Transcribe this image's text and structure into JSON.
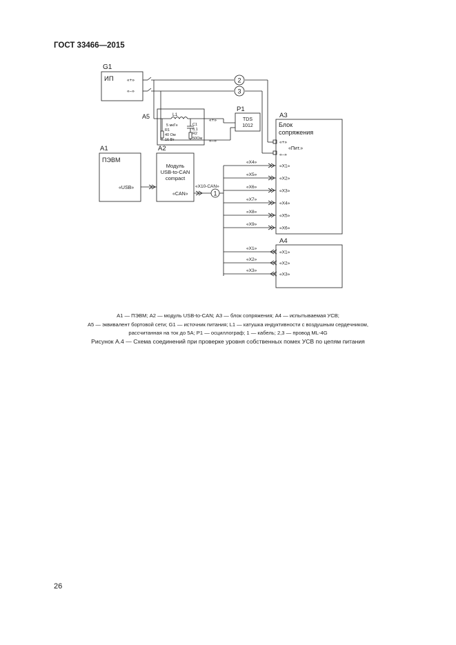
{
  "header": {
    "standard": "ГОСТ 33466—2015"
  },
  "diagram": {
    "g1": {
      "ref": "G1",
      "name": "ИП",
      "plus": "«+»",
      "minus": "«–»"
    },
    "a5": {
      "ref": "A5",
      "l1": "L1",
      "l1_value": "5 мкГн",
      "r1": "R1",
      "r1_value": "40 Ом",
      "r1_power": "16 Вт",
      "c1": "C1",
      "c1_value": "0,1",
      "r2": "R2",
      "r2_value": "50Ом"
    },
    "p1": {
      "ref": "P1",
      "line1": "TDS",
      "line2": "1012",
      "plus": "«+»",
      "minus": "«–»"
    },
    "a3": {
      "ref": "A3",
      "line1": "Блок",
      "line2": "сопряжения",
      "plus": "«+»",
      "pit": "«Пит.»",
      "minus": "«–»",
      "ports": [
        "«X1»",
        "«X2»",
        "«X3»",
        "«X4»",
        "«X5»",
        "«X6»"
      ]
    },
    "a1": {
      "ref": "A1",
      "name": "ПЭВМ",
      "usb": "«USB»"
    },
    "a2": {
      "ref": "A2",
      "line1": "Модуль",
      "line2": "USB-to-CAN",
      "line3": "compact",
      "can": "«CAN»",
      "x10": "«X10-CAN»"
    },
    "wires": [
      "«X4»",
      "«X5»",
      "«X6»",
      "«X7»",
      "«X8»",
      "«X9»"
    ],
    "a4": {
      "ref": "A4",
      "ports": [
        "«X1»",
        "«X2»",
        "«X3»"
      ]
    },
    "a4_wires": [
      "«X1»",
      "«X2»",
      "«X3»"
    ],
    "markers": [
      "1",
      "2",
      "3"
    ]
  },
  "caption": {
    "line1": "А1 — ПЭВМ; А2 — модуль USB-to-CAN; А3 — блок сопряжения; А4 — испытываемая УСВ;",
    "line2": "А5 — эквивалент бортовой сети; G1 — источник питания; L1 — катушка индуктивности с воздушным сердечником,",
    "line3": "рассчитанная на ток до 5А; Р1 — осциллограф; 1 — кабель; 2,3 — провод ML-4G"
  },
  "figure_title": "Рисунок А.4 — Схема соединений при проверке уровня собственных помех УСВ по цепям питания",
  "page_number": "26"
}
